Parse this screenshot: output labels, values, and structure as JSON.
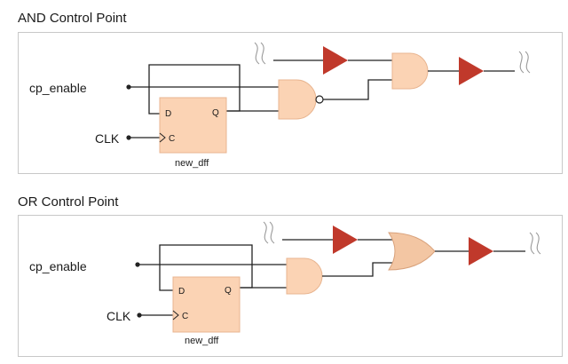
{
  "sections": [
    {
      "title": "AND Control Point",
      "input_label": "cp_enable",
      "clock_label": "CLK",
      "flop": {
        "name": "new_dff",
        "pin_d": "D",
        "pin_q": "Q",
        "pin_c": "C"
      },
      "gate_type": "NAND",
      "output_gate_type": "AND"
    },
    {
      "title": "OR Control Point",
      "input_label": "cp_enable",
      "clock_label": "CLK",
      "flop": {
        "name": "new_dff",
        "pin_d": "D",
        "pin_q": "Q",
        "pin_c": "C"
      },
      "gate_type": "AND",
      "output_gate_type": "OR"
    }
  ],
  "colors": {
    "gate_fill": "#fbd3b4",
    "gate_stroke": "#e8b590",
    "buffer_fill": "#c0392b",
    "wire": "#222222",
    "panel_border": "#c8c8c8"
  }
}
